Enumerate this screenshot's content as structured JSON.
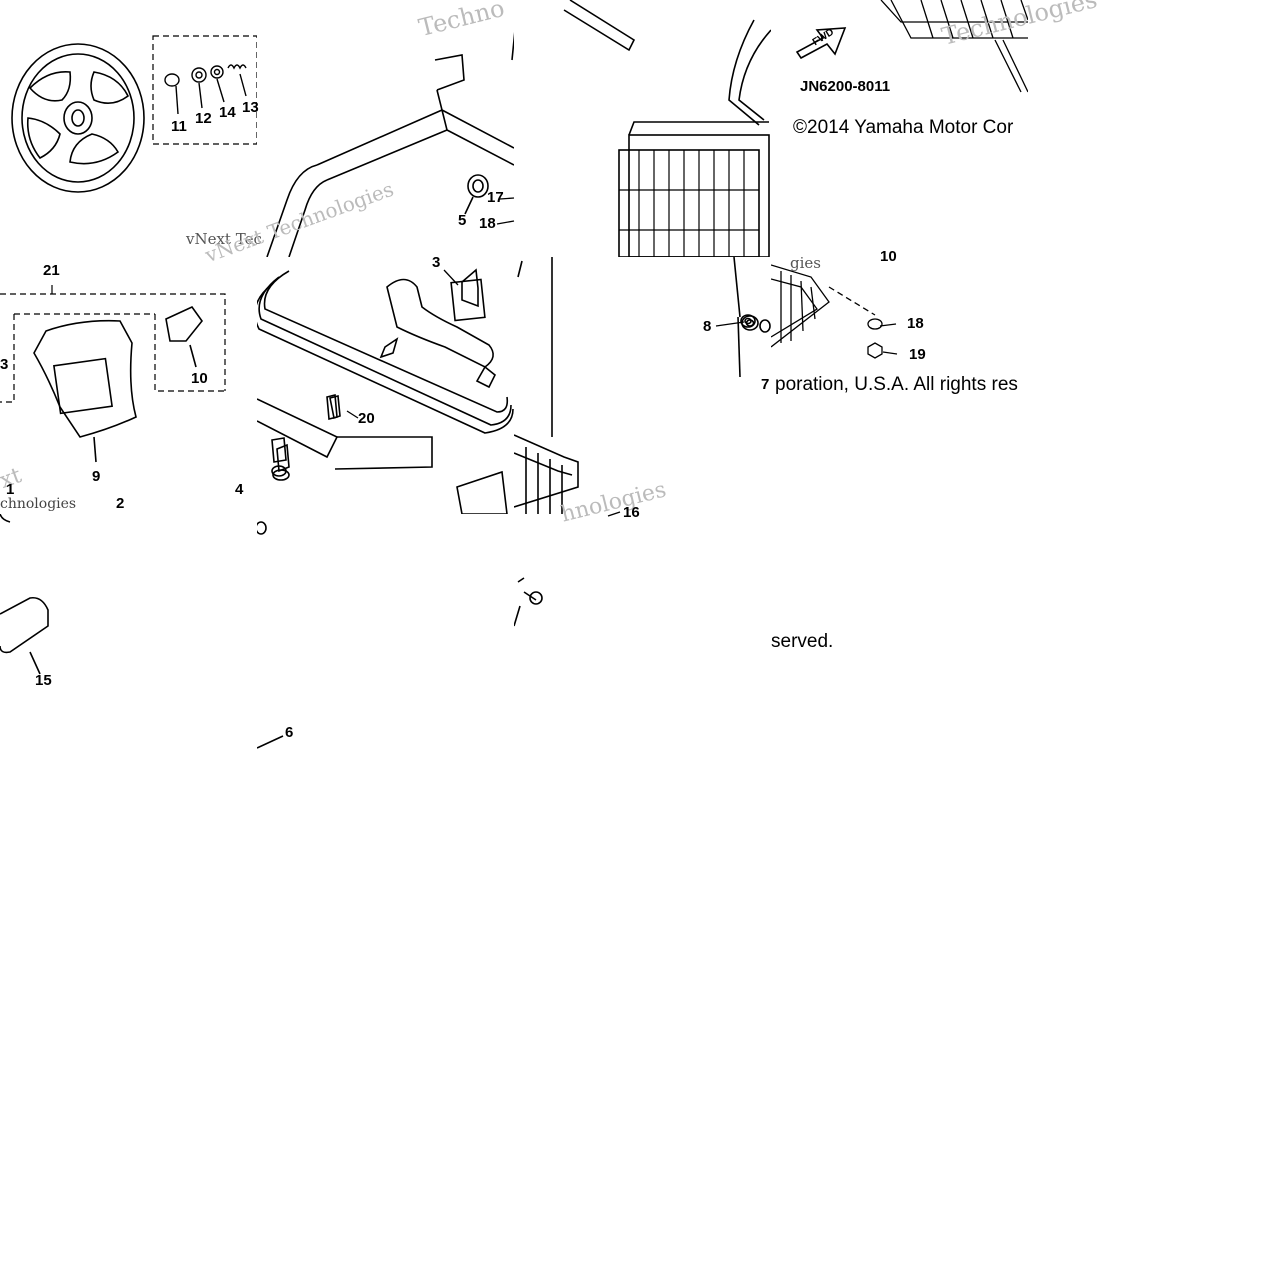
{
  "diagram": {
    "part_number": "JN6200-8011",
    "copyright_parts": [
      "©2014 Yamaha Motor Cor",
      "poration, U.S.A. All rights res",
      "served."
    ],
    "arrow_label": "FWD",
    "watermark_fragments": [
      "Techno",
      "vNext Tec",
      "vNext Technologies",
      "Technologies",
      "xt",
      "chnologies",
      "hnologies",
      "gies"
    ],
    "callouts": {
      "c11": "11",
      "c12": "12",
      "c14": "14",
      "c13": "13",
      "c5": "5",
      "c17": "17",
      "c18a": "18",
      "c21": "21",
      "c3a": "3",
      "c10a": "10",
      "c9": "9",
      "c1": "1",
      "c2": "2",
      "c3b": "3",
      "c20": "20",
      "c4": "4",
      "c8": "8",
      "c7": "7",
      "c10b": "10",
      "c18b": "18",
      "c19": "19",
      "c16": "16",
      "c15": "15",
      "c6": "6"
    }
  }
}
